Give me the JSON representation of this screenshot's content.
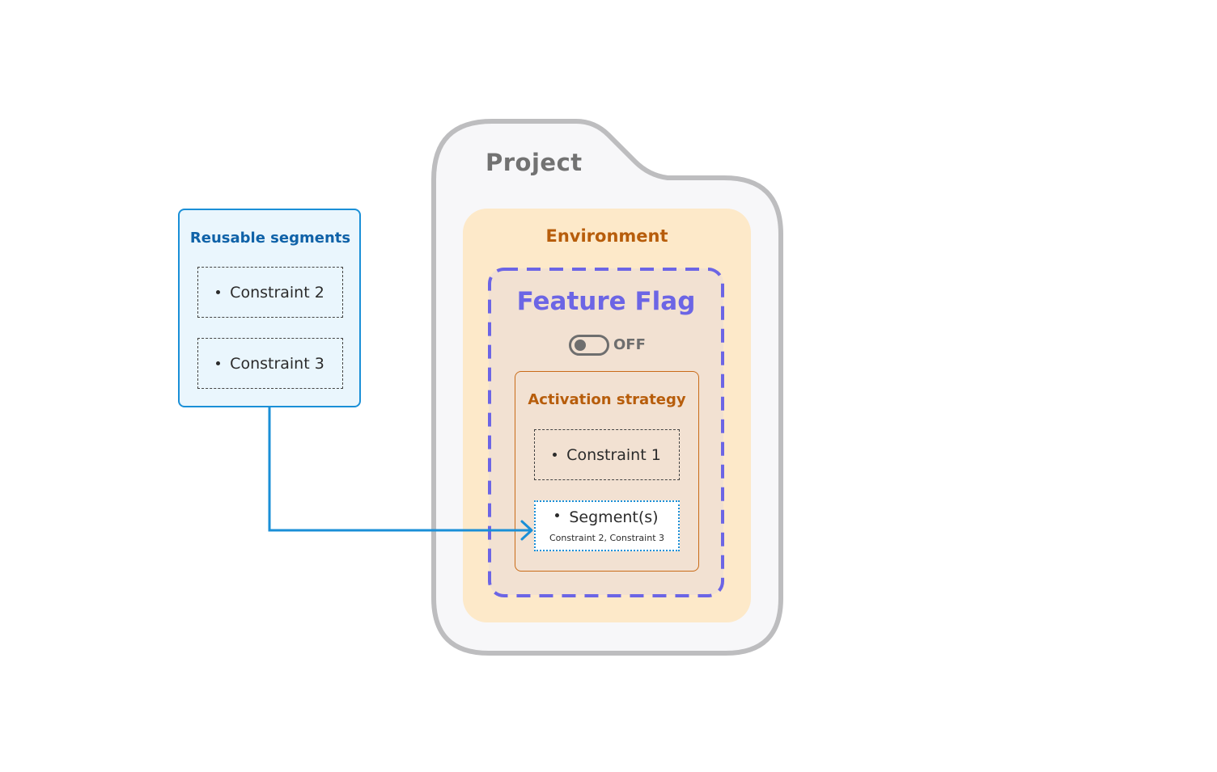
{
  "project": {
    "title": "Project"
  },
  "environment": {
    "title": "Environment"
  },
  "feature_flag": {
    "title": "Feature Flag",
    "toggle_label": "OFF",
    "toggle_on": false
  },
  "activation_strategy": {
    "title": "Activation strategy",
    "constraint": "Constraint 1",
    "segment": {
      "label": "Segment(s)",
      "detail": "Constraint 2, Constraint 3"
    }
  },
  "reusable_segments": {
    "title": "Reusable segments",
    "constraints": [
      "Constraint 2",
      "Constraint 3"
    ]
  },
  "colors": {
    "project_border": "#bdbdbf",
    "project_fill": "#f7f7f9",
    "environment_fill": "#fde9c9",
    "environment_text": "#b75d0b",
    "feature_flag_border": "#6c65e5",
    "feature_flag_fill": "#f2e1d2",
    "segment_accent": "#1a8fd7",
    "reusable_fill": "#eaf6fd",
    "reusable_text": "#0f62a8"
  }
}
